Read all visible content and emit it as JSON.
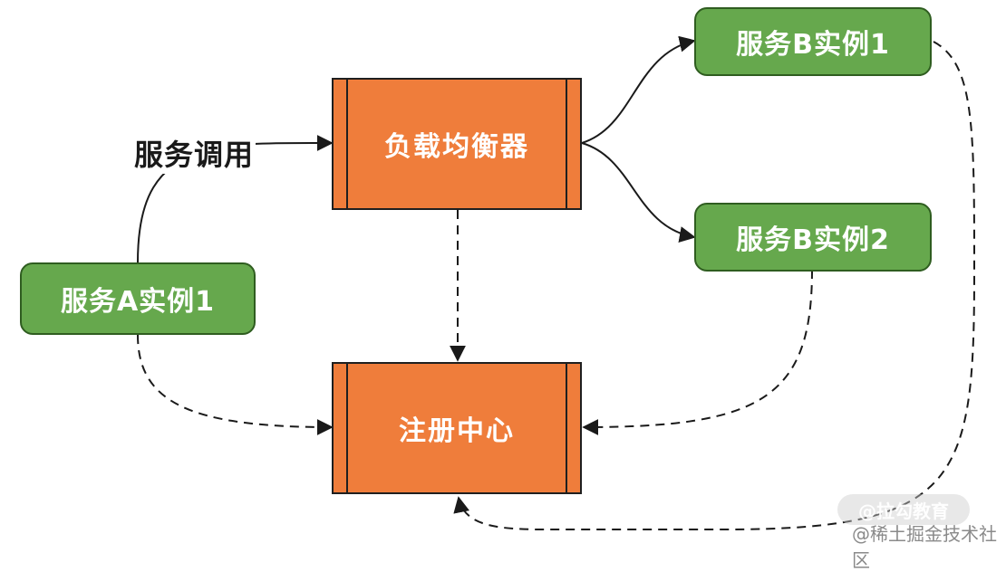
{
  "nodes": {
    "service_a1": "服务A实例1",
    "load_balancer": "负载均衡器",
    "service_b1": "服务B实例1",
    "service_b2": "服务B实例2",
    "registry": "注册中心"
  },
  "edge_labels": {
    "service_call": "服务调用"
  },
  "watermarks": {
    "logo": "@拉勾教育",
    "source": "@稀土掘金技术社区"
  },
  "colors": {
    "service_fill": "#66a84d",
    "service_border": "#2f5d20",
    "component_fill": "#ef7d3b",
    "component_border": "#1f1f1f",
    "edge": "#1a1a1a"
  }
}
